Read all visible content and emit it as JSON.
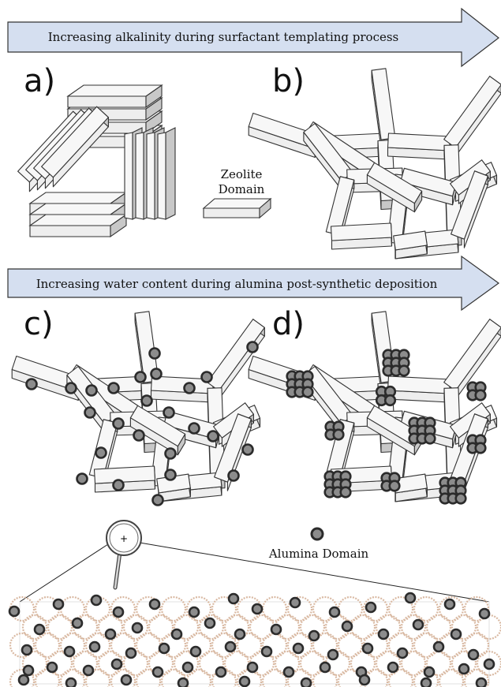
{
  "arrows": {
    "top": "Increasing alkalinity during surfactant templating process",
    "middle": "Increasing water content during alumina post-synthetic deposition"
  },
  "panels": {
    "a": "a)",
    "b": "b)",
    "c": "c)",
    "d": "d)"
  },
  "legend": {
    "zeolite_line1": "Zeolite",
    "zeolite_line2": "Domain",
    "alumina": "Alumina Domain"
  },
  "icons": {
    "magnifier": "magnifier-icon",
    "crosshair": "+"
  },
  "colors": {
    "arrow_fill": "#d5dff0",
    "stroke": "#333333",
    "slab_top": "#f7f7f7",
    "slab_front": "#eeeeee",
    "slab_side": "#c8c8c8",
    "alumina_fill": "#8c8c8c",
    "alumina_stroke": "#2b2b2b",
    "framework": "#d9b9a2"
  }
}
